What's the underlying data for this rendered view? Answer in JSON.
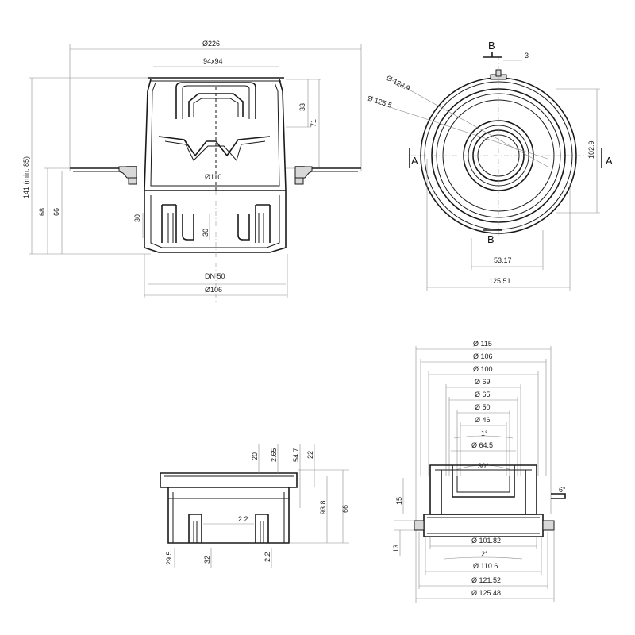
{
  "top_left": {
    "d_top": "Ø226",
    "grate": "94x94",
    "h33": "33",
    "h71": "71",
    "h141": "141 (min. 85)",
    "h68": "68",
    "h66": "66",
    "d110": "Ø110",
    "h30a": "30",
    "h30b": "30",
    "dn": "DN 50",
    "d106": "Ø106"
  },
  "top_right": {
    "b_top": "B",
    "b_bottom": "B",
    "a_left": "A",
    "a_right": "A",
    "d3": "3",
    "r1": "Ø 128.9",
    "r2": "Ø 125.5",
    "h102": "102.9",
    "w53": "53.17",
    "w125": "125.51"
  },
  "bottom_left": {
    "t20": "20",
    "t265": "2.65",
    "t547": "54.7",
    "t22": "22",
    "t938": "93.8",
    "t66": "66",
    "t22b": "2.2",
    "b295": "29.5",
    "b32": "32",
    "b22": "2.2"
  },
  "bottom_right": {
    "d115": "Ø 115",
    "d106": "Ø 106",
    "d100": "Ø 100",
    "d69": "Ø 69",
    "d65": "Ø 65",
    "d50": "Ø 50",
    "d46": "Ø 46",
    "a1": "1°",
    "d645": "Ø 64.5",
    "a30": "30°",
    "a6": "6°",
    "h15": "15",
    "h13": "13",
    "d10182": "Ø 101.82",
    "a2": "2°",
    "d1106": "Ø 110.6",
    "d12152": "Ø 121.52",
    "d12548": "Ø 125.48"
  }
}
